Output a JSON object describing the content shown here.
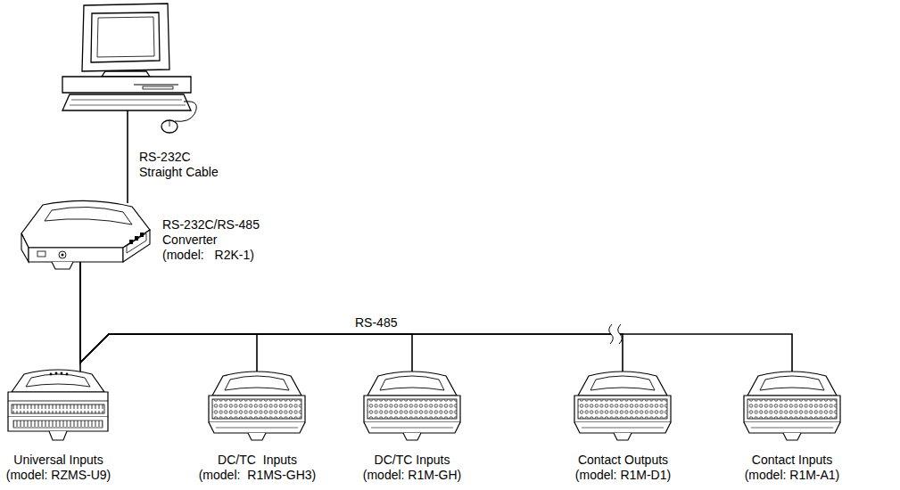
{
  "diagram": {
    "nodes": [
      {
        "text": [
          "RS-232C/RS-485 Converter (model: R2K-1)"
        ]
      },
      {
        "text": [
          "Universal Inputs (model: RZMS-U9)"
        ]
      },
      {
        "text": [
          "DC/TC Inputs (model: R1MS-GH3)"
        ]
      },
      {
        "text": [
          "DC/TC Inputs (model: R1M-GH)"
        ]
      },
      {
        "text": [
          "Contact Outputs (model: R1M-D1)"
        ]
      },
      {
        "text": [
          "Contact Inputs (model: R1M-A1)"
        ]
      }
    ],
    "edges": [
      {
        "from": 0,
        "to": 1,
        "arrow": "none"
      },
      {
        "from": 0,
        "to": 2,
        "arrow": "none"
      },
      {
        "from": 0,
        "to": 3,
        "arrow": "none"
      },
      {
        "from": 0,
        "to": 4,
        "arrow": "none"
      },
      {
        "from": 0,
        "to": 5,
        "arrow": "none"
      }
    ],
    "labels": [
      "RS-232C Straight Cable",
      "RS-485"
    ]
  }
}
